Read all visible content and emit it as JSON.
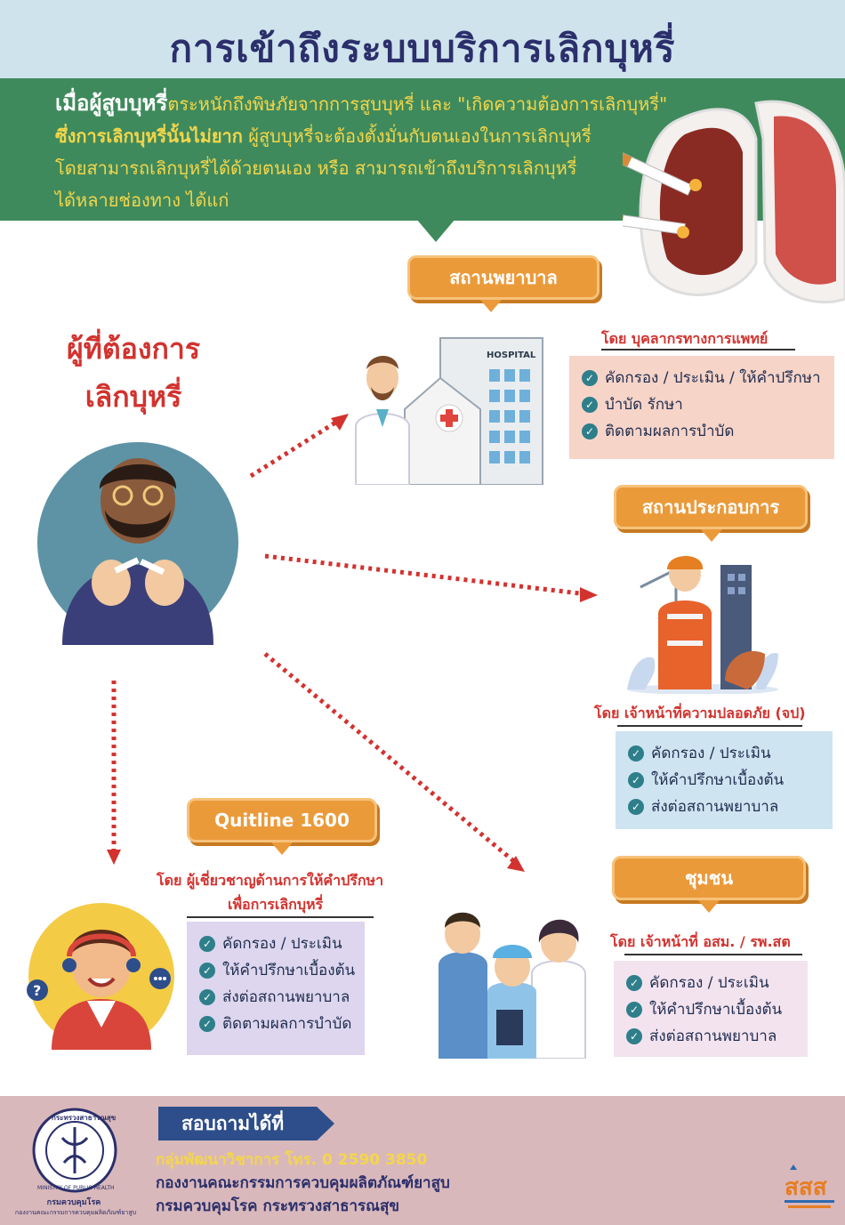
{
  "title": "การเข้าถึงระบบบริการเลิกบุหรี่",
  "intro": {
    "line1_bold": "เมื่อผู้สูบบุหรี่",
    "line1_rest": "ตระหนักถึงพิษภัยจากการสูบบุหรี่ และ \"เกิดความต้องการเลิกบุหรี่\"",
    "line2_bold": "ซึ่งการเลิกบุหรี่นั้นไม่ยาก",
    "line2_rest": " ผู้สูบบุหรี่จะต้องตั้งมั่นกับตนเองในการเลิกบุหรี่",
    "line3": "โดยสามารถเลิกบุหรี่ได้ด้วยตนเอง หรือ สามารถเข้าถึงบริการเลิกบุหรี่",
    "line4": "ได้หลายช่องทาง ได้แก่"
  },
  "who": {
    "line1": "ผู้ที่ต้องการ",
    "line2": "เลิกบุหรี่"
  },
  "hospital": {
    "label": "สถานพยาบาล",
    "sign": "HOSPITAL",
    "by": "โดย บุคลากรทางการแพทย์",
    "items": [
      "คัดกรอง / ประเมิน / ให้คำปรึกษา",
      "บำบัด รักษา",
      "ติดตามผลการบำบัด"
    ]
  },
  "workplace": {
    "label": "สถานประกอบการ",
    "by": "โดย เจ้าหน้าที่ความปลอดภัย (จป)",
    "items": [
      "คัดกรอง / ประเมิน",
      "ให้คำปรึกษาเบื้องต้น",
      "ส่งต่อสถานพยาบาล"
    ]
  },
  "quitline": {
    "label": "Quitline 1600",
    "by_line1": "โดย ผู้เชี่ยวชาญด้านการให้คำปรึกษา",
    "by_line2": "เพื่อการเลิกบุหรี่",
    "items": [
      "คัดกรอง / ประเมิน",
      "ให้คำปรึกษาเบื้องต้น",
      "ส่งต่อสถานพยาบาล",
      "ติดตามผลการบำบัด"
    ]
  },
  "community": {
    "label": "ชุมชน",
    "by": "โดย เจ้าหน้าที่ อสม. / รพ.สต",
    "items": [
      "คัดกรอง / ประเมิน",
      "ให้คำปรึกษาเบื้องต้น",
      "ส่งต่อสถานพยาบาล"
    ]
  },
  "footer": {
    "tag": "สอบถามได้ที่",
    "line1": "กลุ่มพัฒนาวิชาการ  โทร. 0 2590 3850",
    "line2": "กองงานคณะกรรมการควบคุมผลิตภัณฑ์ยาสูบ",
    "line3": "กรมควบคุมโรค กระทรวงสาธารณสุข",
    "seal_top": "กระทรวงสาธารณสุข",
    "seal_bottom": "MINISTRY OF PUBLIC HEALTH",
    "seal_caption1": "กรมควบคุมโรค",
    "seal_caption2": "กองงานคณะกรรมการควบคุมผลิตภัณฑ์ยาสูบ",
    "sss_logo": "สสส"
  },
  "colors": {
    "title": "#2b2f6b",
    "intro_band": "#3f8a5c",
    "accent_red": "#d2332f",
    "pill_orange": "#eb9a3a",
    "highlight_yellow": "#f4d64a"
  },
  "icons": [
    "check-icon",
    "question-bubble-icon",
    "chat-bubble-icon"
  ]
}
